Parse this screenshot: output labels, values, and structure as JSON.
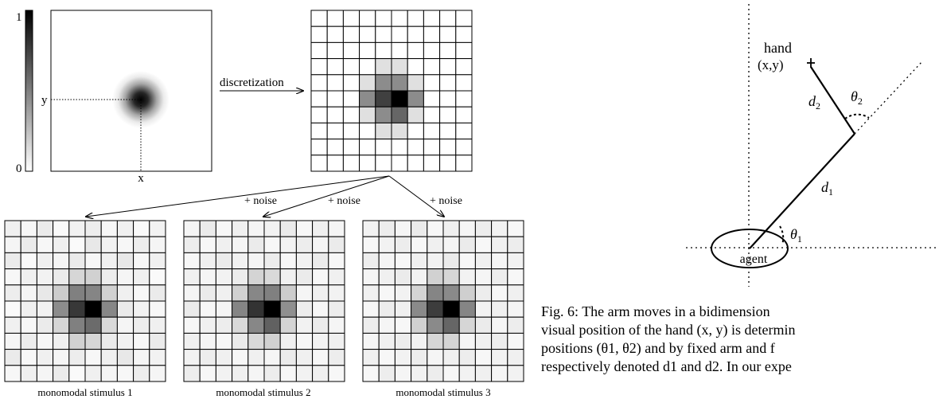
{
  "colorbar": {
    "max_label": "1",
    "min_label": "0"
  },
  "gaussian_panel": {
    "x_label": "x",
    "y_label": "y"
  },
  "discretization_label": "discretization",
  "noise_labels": [
    "+ noise",
    "+ noise",
    "+ noise"
  ],
  "grids": {
    "size": 10,
    "clean": [
      [
        0,
        0,
        0,
        0,
        0,
        0,
        0,
        0,
        0,
        0
      ],
      [
        0,
        0,
        0,
        0,
        0,
        0,
        0,
        0,
        0,
        0
      ],
      [
        0,
        0,
        0,
        0,
        0,
        0,
        0,
        0,
        0,
        0
      ],
      [
        0,
        0,
        0,
        0,
        0.12,
        0.12,
        0,
        0,
        0,
        0
      ],
      [
        0,
        0,
        0,
        0.12,
        0.45,
        0.45,
        0.12,
        0,
        0,
        0
      ],
      [
        0,
        0,
        0,
        0.45,
        0.75,
        1.0,
        0.45,
        0,
        0,
        0
      ],
      [
        0,
        0,
        0,
        0.12,
        0.45,
        0.6,
        0.12,
        0,
        0,
        0
      ],
      [
        0,
        0,
        0,
        0,
        0.12,
        0.12,
        0,
        0,
        0,
        0
      ],
      [
        0,
        0,
        0,
        0,
        0,
        0,
        0,
        0,
        0,
        0
      ],
      [
        0,
        0,
        0,
        0,
        0,
        0,
        0,
        0,
        0,
        0
      ]
    ],
    "noisy": [
      {
        "label": "monomodal stimulus 1",
        "values": [
          [
            0.06,
            0.03,
            0.08,
            0.02,
            0.05,
            0.07,
            0.03,
            0.06,
            0.02,
            0.05
          ],
          [
            0.04,
            0.08,
            0.03,
            0.06,
            0.02,
            0.09,
            0.05,
            0.03,
            0.07,
            0.04
          ],
          [
            0.08,
            0.02,
            0.06,
            0.04,
            0.08,
            0.03,
            0.06,
            0.09,
            0.03,
            0.06
          ],
          [
            0.03,
            0.06,
            0.05,
            0.08,
            0.16,
            0.18,
            0.07,
            0.04,
            0.06,
            0.02
          ],
          [
            0.07,
            0.04,
            0.09,
            0.2,
            0.5,
            0.48,
            0.18,
            0.06,
            0.03,
            0.08
          ],
          [
            0.02,
            0.06,
            0.05,
            0.45,
            0.78,
            1.0,
            0.47,
            0.08,
            0.05,
            0.03
          ],
          [
            0.06,
            0.03,
            0.08,
            0.16,
            0.5,
            0.58,
            0.15,
            0.04,
            0.07,
            0.06
          ],
          [
            0.04,
            0.07,
            0.03,
            0.06,
            0.18,
            0.16,
            0.08,
            0.05,
            0.03,
            0.08
          ],
          [
            0.08,
            0.03,
            0.06,
            0.04,
            0.07,
            0.03,
            0.06,
            0.09,
            0.04,
            0.05
          ],
          [
            0.03,
            0.06,
            0.04,
            0.08,
            0.02,
            0.06,
            0.04,
            0.03,
            0.07,
            0.04
          ]
        ]
      },
      {
        "label": "monomodal stimulus 2",
        "values": [
          [
            0.04,
            0.08,
            0.03,
            0.06,
            0.04,
            0.05,
            0.08,
            0.03,
            0.06,
            0.04
          ],
          [
            0.07,
            0.03,
            0.06,
            0.04,
            0.08,
            0.03,
            0.05,
            0.07,
            0.04,
            0.08
          ],
          [
            0.03,
            0.06,
            0.08,
            0.05,
            0.04,
            0.07,
            0.03,
            0.05,
            0.08,
            0.03
          ],
          [
            0.06,
            0.04,
            0.05,
            0.07,
            0.17,
            0.15,
            0.06,
            0.08,
            0.03,
            0.06
          ],
          [
            0.04,
            0.08,
            0.06,
            0.18,
            0.47,
            0.5,
            0.2,
            0.04,
            0.06,
            0.05
          ],
          [
            0.08,
            0.03,
            0.04,
            0.48,
            0.8,
            1.0,
            0.44,
            0.07,
            0.03,
            0.07
          ],
          [
            0.03,
            0.06,
            0.07,
            0.15,
            0.47,
            0.62,
            0.17,
            0.05,
            0.08,
            0.04
          ],
          [
            0.06,
            0.04,
            0.03,
            0.08,
            0.15,
            0.18,
            0.06,
            0.03,
            0.05,
            0.06
          ],
          [
            0.05,
            0.07,
            0.06,
            0.03,
            0.06,
            0.04,
            0.08,
            0.06,
            0.03,
            0.07
          ],
          [
            0.07,
            0.03,
            0.05,
            0.06,
            0.04,
            0.07,
            0.03,
            0.05,
            0.06,
            0.03
          ]
        ]
      },
      {
        "label": "monomodal stimulus 3",
        "values": [
          [
            0.05,
            0.07,
            0.04,
            0.08,
            0.03,
            0.06,
            0.04,
            0.07,
            0.05,
            0.03
          ],
          [
            0.03,
            0.05,
            0.07,
            0.03,
            0.06,
            0.04,
            0.08,
            0.03,
            0.06,
            0.07
          ],
          [
            0.07,
            0.04,
            0.03,
            0.06,
            0.05,
            0.08,
            0.03,
            0.06,
            0.04,
            0.05
          ],
          [
            0.04,
            0.06,
            0.08,
            0.05,
            0.18,
            0.16,
            0.05,
            0.04,
            0.07,
            0.03
          ],
          [
            0.06,
            0.03,
            0.05,
            0.17,
            0.48,
            0.46,
            0.19,
            0.07,
            0.03,
            0.06
          ],
          [
            0.03,
            0.07,
            0.06,
            0.46,
            0.76,
            1.0,
            0.48,
            0.05,
            0.06,
            0.04
          ],
          [
            0.07,
            0.04,
            0.03,
            0.18,
            0.46,
            0.6,
            0.16,
            0.08,
            0.04,
            0.07
          ],
          [
            0.04,
            0.06,
            0.07,
            0.05,
            0.16,
            0.17,
            0.04,
            0.06,
            0.07,
            0.03
          ],
          [
            0.06,
            0.03,
            0.05,
            0.07,
            0.04,
            0.06,
            0.07,
            0.03,
            0.05,
            0.06
          ],
          [
            0.03,
            0.07,
            0.04,
            0.05,
            0.07,
            0.03,
            0.05,
            0.06,
            0.04,
            0.05
          ]
        ]
      }
    ]
  },
  "arm": {
    "hand_label": "hand",
    "hand_pos_label": "(x,y)",
    "agent_label": "agent",
    "d1_label": "d",
    "d1_sub": "1",
    "d2_label": "d",
    "d2_sub": "2",
    "theta1_label": "θ",
    "theta1_sub": "1",
    "theta2_label": "θ",
    "theta2_sub": "2"
  },
  "caption_lines": [
    "Fig. 6: The arm moves in a bidimension",
    "visual position of the hand (x, y) is determin",
    "positions (θ1, θ2) and by fixed arm and f",
    "respectively denoted d1 and d2. In our expe"
  ]
}
